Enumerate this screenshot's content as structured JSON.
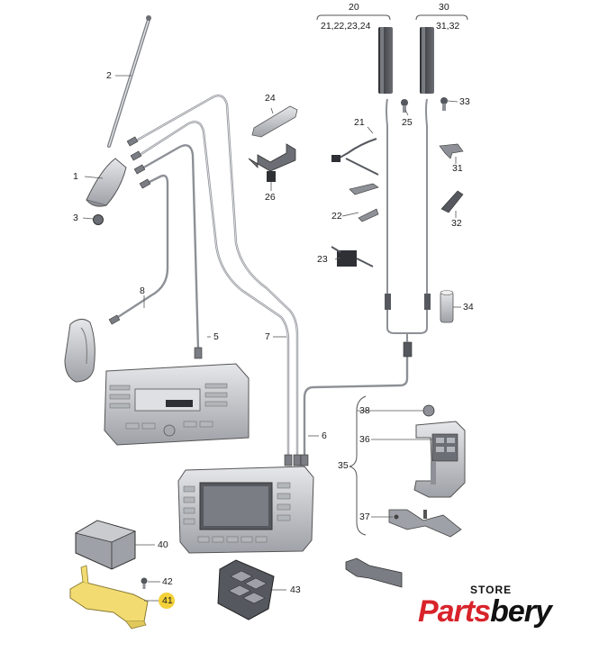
{
  "diagram": {
    "group_labels": {
      "g20": {
        "number": "20",
        "members": "21,22,23,24"
      },
      "g30": {
        "number": "30",
        "members": "31,32"
      }
    },
    "callouts": [
      "1",
      "2",
      "3",
      "5",
      "6",
      "7",
      "8",
      "21",
      "22",
      "23",
      "24",
      "25",
      "26",
      "31",
      "32",
      "33",
      "34",
      "35",
      "36",
      "37",
      "38",
      "40",
      "41",
      "42",
      "43"
    ],
    "highlighted_callout": "41",
    "colors": {
      "line": "#555555",
      "part_fill": "#c9cbcf",
      "part_dark": "#55585e",
      "highlight": "#f3d13a",
      "bracket_yellow": "#f2dc72"
    }
  },
  "watermark": {
    "store": "STORE",
    "brand_a": "Parts",
    "brand_b": "bery"
  }
}
